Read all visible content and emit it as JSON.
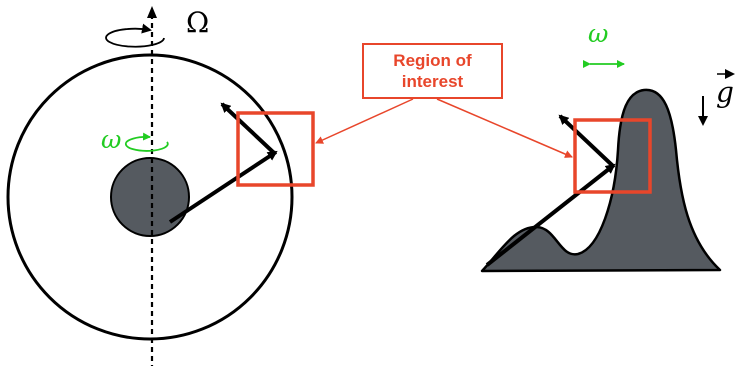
{
  "symbols": {
    "omega_big": "Ω",
    "omega_small_left": "ω",
    "omega_small_right": "ω",
    "gravity": "g"
  },
  "callout": {
    "line1": "Region of",
    "line2": "interest"
  },
  "colors": {
    "accent_red": "#e8462b",
    "accent_green": "#22cc22",
    "shape_fill": "#555a60",
    "ink": "#000000"
  }
}
